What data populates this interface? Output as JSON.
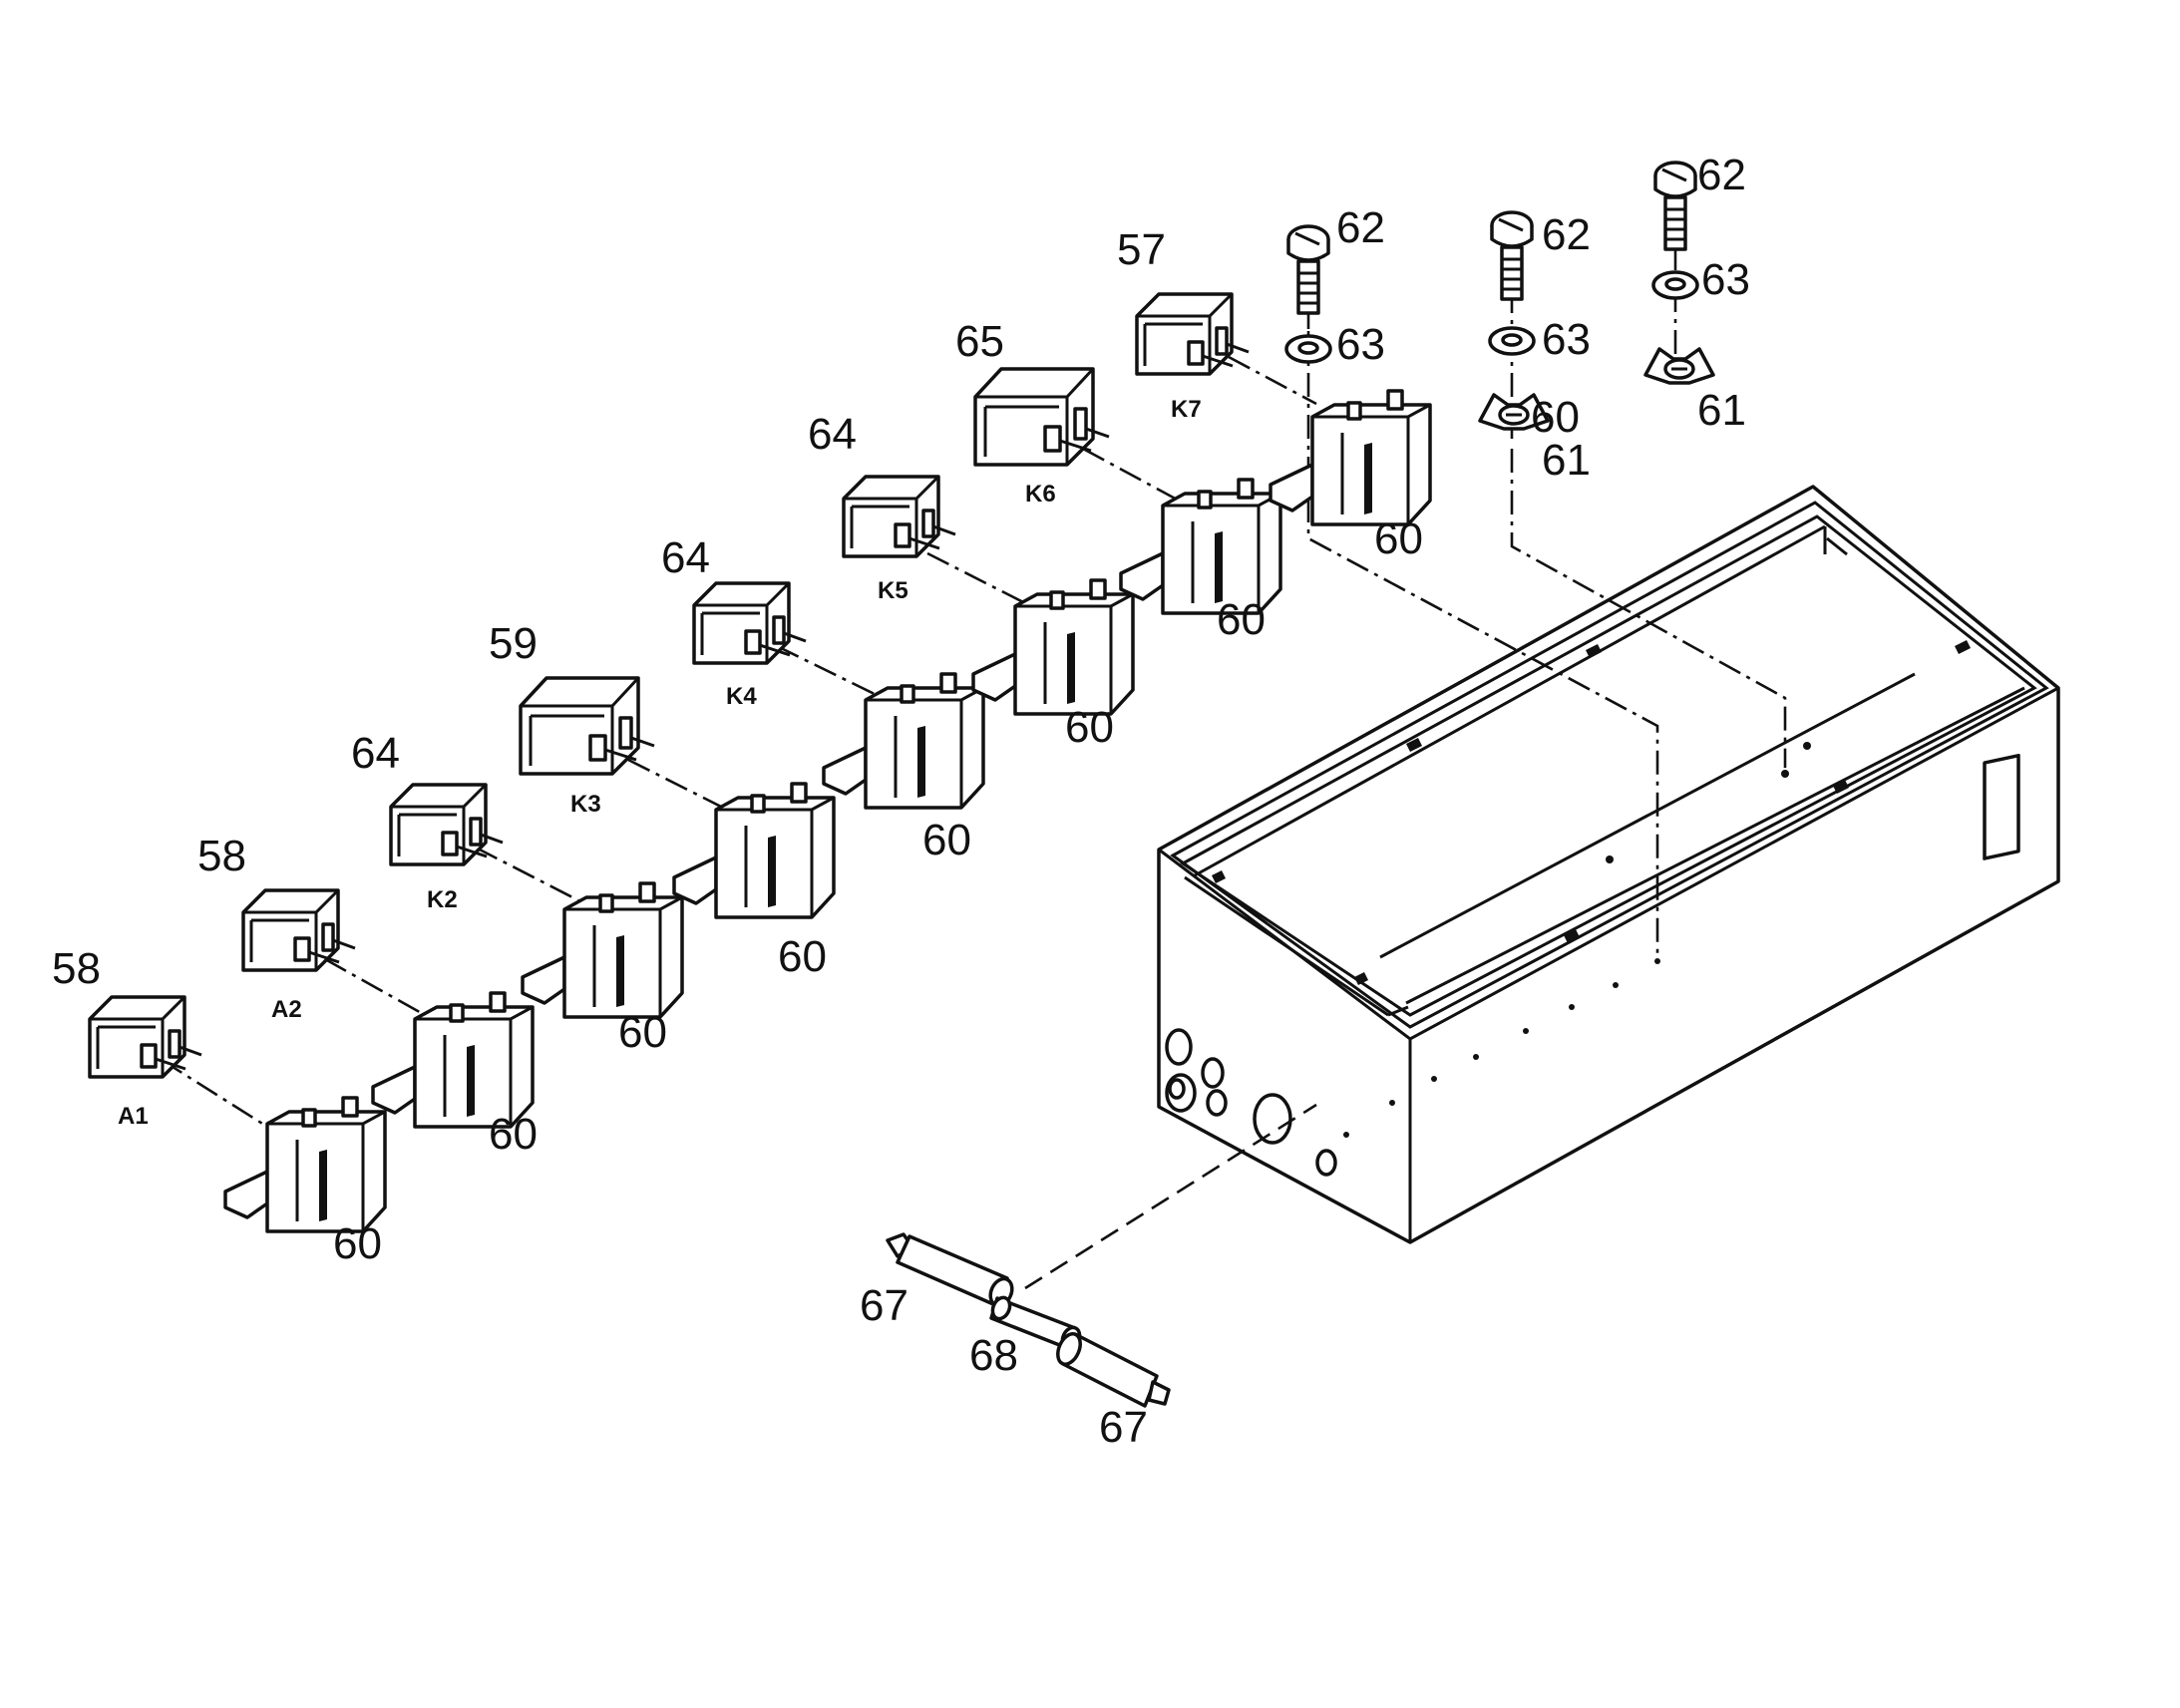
{
  "diagram": {
    "callouts": {
      "c58_a": "58",
      "c58_b": "58",
      "c64_a": "64",
      "c59": "59",
      "c64_b": "64",
      "c64_c": "64",
      "c65": "65",
      "c57": "57",
      "c60_1": "60",
      "c60_2": "60",
      "c60_3": "60",
      "c60_4": "60",
      "c60_5": "60",
      "c60_6": "60",
      "c60_7": "60",
      "c60_8": "60",
      "c60_9": "60",
      "c62_1": "62",
      "c62_2": "62",
      "c62_3": "62",
      "c63_1": "63",
      "c63_2": "63",
      "c63_3": "63",
      "c61_1": "61",
      "c61_2": "61",
      "c67_a": "67",
      "c67_b": "67",
      "c68": "68"
    },
    "relay_tags": {
      "a1": "A1",
      "a2": "A2",
      "k2": "K2",
      "k3": "K3",
      "k4": "K4",
      "k5": "K5",
      "k6": "K6",
      "k7": "K7"
    }
  }
}
